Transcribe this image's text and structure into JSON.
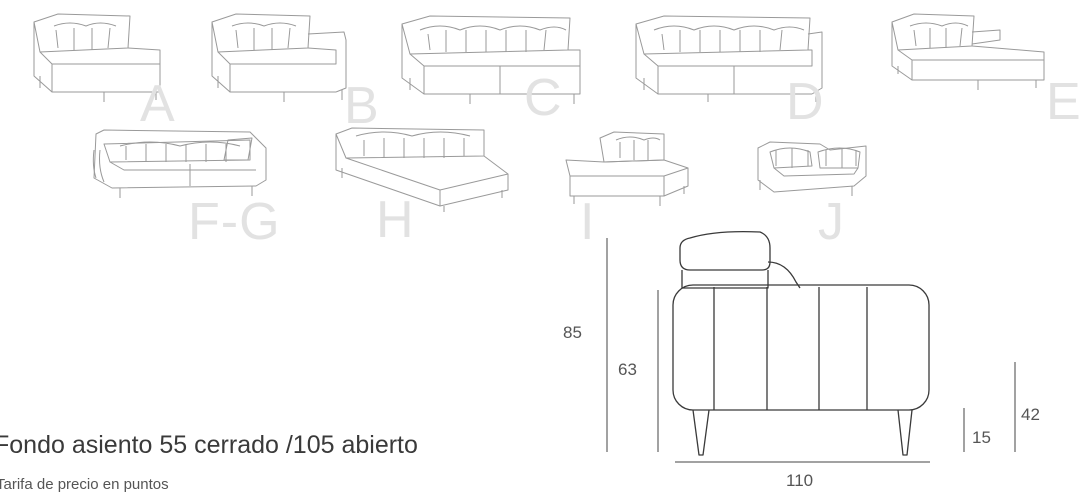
{
  "variants": {
    "a": "A",
    "b": "B",
    "c": "C",
    "d": "D",
    "e": "E",
    "fg": "F-G",
    "h": "H",
    "i": "I",
    "j": "J"
  },
  "dimensions": {
    "height_total": "85",
    "height_back": "63",
    "seat_height": "42",
    "leg_height": "15",
    "width": "110"
  },
  "caption": {
    "headline": "Fondo asiento 55 cerrado /105 abierto",
    "subline": "Tarifa de precio en puntos"
  }
}
